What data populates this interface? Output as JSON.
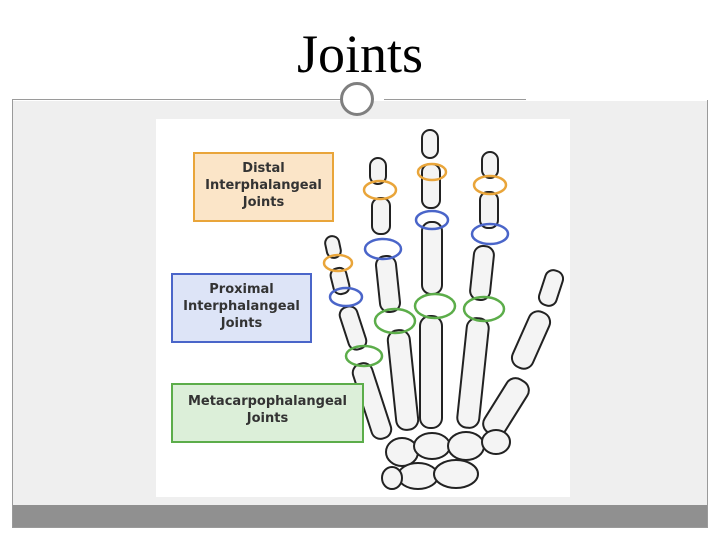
{
  "slide": {
    "title": "Joints"
  },
  "labels": {
    "distal": [
      "Distal",
      "Interphalangeal",
      "Joints"
    ],
    "proximal": [
      "Proximal",
      "Interphalangeal",
      "Joints"
    ],
    "metacarpo": [
      "Metacarpophalangeal",
      "Joints"
    ]
  },
  "colors": {
    "distal_border": "#e9a53a",
    "proximal_border": "#4a65c9",
    "metacarpo_border": "#5cad4a",
    "bone_fill": "#f4f4f4",
    "bone_stroke": "#222222"
  }
}
